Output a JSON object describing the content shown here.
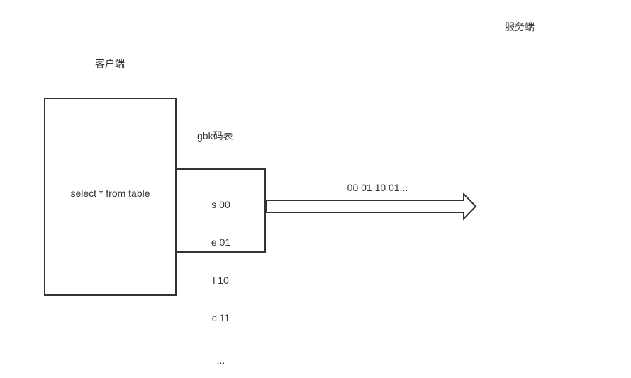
{
  "diagram": {
    "title_client": "客户端",
    "title_server": "服务端",
    "client_box_text": "select * from table",
    "gbk_label": "gbk码表",
    "gbk_rows": [
      "s 00",
      "e 01",
      "l 10",
      "c 11",
      "..."
    ],
    "arrow_label": "00 01 10 01...",
    "colors": {
      "stroke": "#333333",
      "text": "#333333",
      "background": "#ffffff"
    }
  }
}
